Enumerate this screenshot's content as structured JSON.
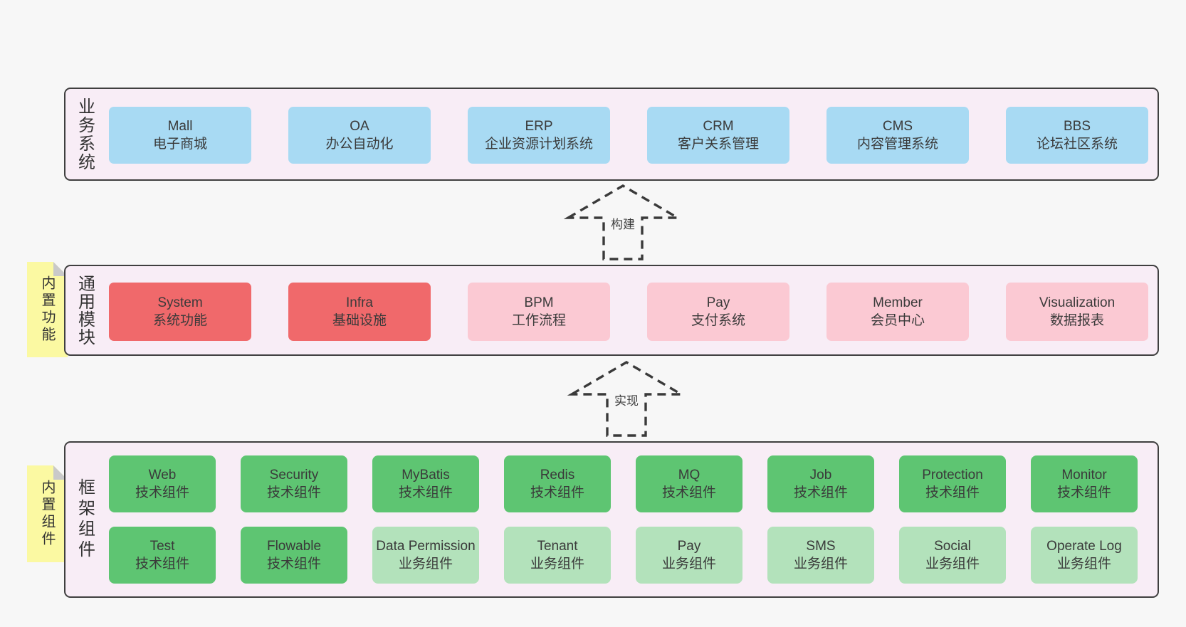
{
  "page": {
    "background": "#f7f7f7"
  },
  "colors": {
    "band_bg": "#f8edf6",
    "band_border": "#3f3f3f",
    "blue": "#a8daf3",
    "red": "#f0696b",
    "pink": "#fbc9d3",
    "green": "#5ec572",
    "light_green": "#b3e2bb",
    "sticky": "#fbf9a2",
    "sticky_fold": "#c9c9c9",
    "arrow": "#3a3a3a",
    "text": "#3a3a3a"
  },
  "bands": [
    {
      "id": "business",
      "label": "业务系统",
      "note": null,
      "rows": [
        [
          {
            "title": "Mall",
            "subtitle": "电子商城",
            "variant": "blue"
          },
          {
            "title": "OA",
            "subtitle": "办公自动化",
            "variant": "blue"
          },
          {
            "title": "ERP",
            "subtitle": "企业资源计划系统",
            "variant": "blue"
          },
          {
            "title": "CRM",
            "subtitle": "客户关系管理",
            "variant": "blue"
          },
          {
            "title": "CMS",
            "subtitle": "内容管理系统",
            "variant": "blue"
          },
          {
            "title": "BBS",
            "subtitle": "论坛社区系统",
            "variant": "blue"
          }
        ]
      ]
    },
    {
      "id": "modules",
      "label": "通用模块",
      "note": "内置功能",
      "rows": [
        [
          {
            "title": "System",
            "subtitle": "系统功能",
            "variant": "red"
          },
          {
            "title": "Infra",
            "subtitle": "基础设施",
            "variant": "red"
          },
          {
            "title": "BPM",
            "subtitle": "工作流程",
            "variant": "pink"
          },
          {
            "title": "Pay",
            "subtitle": "支付系统",
            "variant": "pink"
          },
          {
            "title": "Member",
            "subtitle": "会员中心",
            "variant": "pink"
          },
          {
            "title": "Visualization",
            "subtitle": "数据报表",
            "variant": "pink"
          }
        ]
      ]
    },
    {
      "id": "components",
      "label": "框架组件",
      "note": "内置组件",
      "rows": [
        [
          {
            "title": "Web",
            "subtitle": "技术组件",
            "variant": "green"
          },
          {
            "title": "Security",
            "subtitle": "技术组件",
            "variant": "green"
          },
          {
            "title": "MyBatis",
            "subtitle": "技术组件",
            "variant": "green"
          },
          {
            "title": "Redis",
            "subtitle": "技术组件",
            "variant": "green"
          },
          {
            "title": "MQ",
            "subtitle": "技术组件",
            "variant": "green"
          },
          {
            "title": "Job",
            "subtitle": "技术组件",
            "variant": "green"
          },
          {
            "title": "Protection",
            "subtitle": "技术组件",
            "variant": "green"
          },
          {
            "title": "Monitor",
            "subtitle": "技术组件",
            "variant": "green"
          }
        ],
        [
          {
            "title": "Test",
            "subtitle": "技术组件",
            "variant": "green"
          },
          {
            "title": "Flowable",
            "subtitle": "技术组件",
            "variant": "green"
          },
          {
            "title": "Data Permission",
            "subtitle": "业务组件",
            "variant": "lightgreen"
          },
          {
            "title": "Tenant",
            "subtitle": "业务组件",
            "variant": "lightgreen"
          },
          {
            "title": "Pay",
            "subtitle": "业务组件",
            "variant": "lightgreen"
          },
          {
            "title": "SMS",
            "subtitle": "业务组件",
            "variant": "lightgreen"
          },
          {
            "title": "Social",
            "subtitle": "业务组件",
            "variant": "lightgreen"
          },
          {
            "title": "Operate Log",
            "subtitle": "业务组件",
            "variant": "lightgreen"
          }
        ]
      ]
    }
  ],
  "arrows": [
    {
      "label": "构建"
    },
    {
      "label": "实现"
    }
  ]
}
